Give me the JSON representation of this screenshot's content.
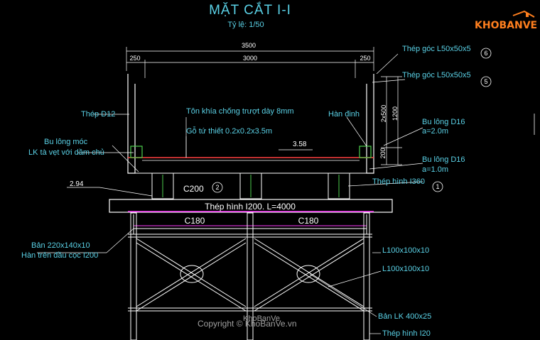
{
  "title": "MẶT CẮT I-I",
  "scale": "Tỷ lệ: 1/50",
  "dimensions": {
    "overall": "3500",
    "inner": "3000",
    "left_edge": "250",
    "right_edge": "250",
    "height_upper": "2x500",
    "height_total": "1200",
    "height_lower": "200",
    "level_left": "2.94",
    "level_deck": "3.58"
  },
  "labels": {
    "steel_d12": "Thép D12",
    "deck_plate": "Tôn khía chống trượt dày 8mm",
    "timber": "Gỗ tứ thiết 0.2x0.2x3.5m",
    "hook_bolt": "Bu lông móc",
    "hook_bolt_note": "LK tà vẹt với dầm chủ",
    "weld_nail": "Hàn đinh",
    "angle_6": "Thép góc L50x50x5",
    "angle_5": "Thép góc L50x50x5",
    "bolt_d16_a": "Bu lông D16",
    "bolt_d16_a_spacing": "a=2.0m",
    "bolt_d16_b": "Bu lông D16",
    "bolt_d16_b_spacing": "a=1.0m",
    "i360": "Thép hình I360",
    "c200": "C200",
    "i200": "Thép hình I200. L=4000",
    "c180_left": "C180",
    "c180_right": "C180",
    "plate_220": "Bản 220x140x10",
    "plate_220_note": "Hàn trên đầu cọc I200",
    "l100_a": "L100x100x10",
    "l100_b": "L100x100x10",
    "plate_lk": "Bản LK 400x25",
    "i20_bottom": "Thép hình I20",
    "marker_1": "1",
    "marker_2": "2",
    "marker_5": "5",
    "marker_6": "6"
  },
  "watermark": {
    "copyright": "Copyright © KhoBanVe.vn",
    "brand": "KhoBanVe"
  },
  "logo": {
    "text": "KHOBANVE"
  },
  "colors": {
    "background": "#000000",
    "annotation": "#5ad1e6",
    "structure": "#ffffff",
    "steel": "#9aa9c0",
    "magenta": "#ff3cff",
    "green": "#4ccd4c",
    "red": "#ff4040",
    "brand": "#ff7f1e"
  }
}
